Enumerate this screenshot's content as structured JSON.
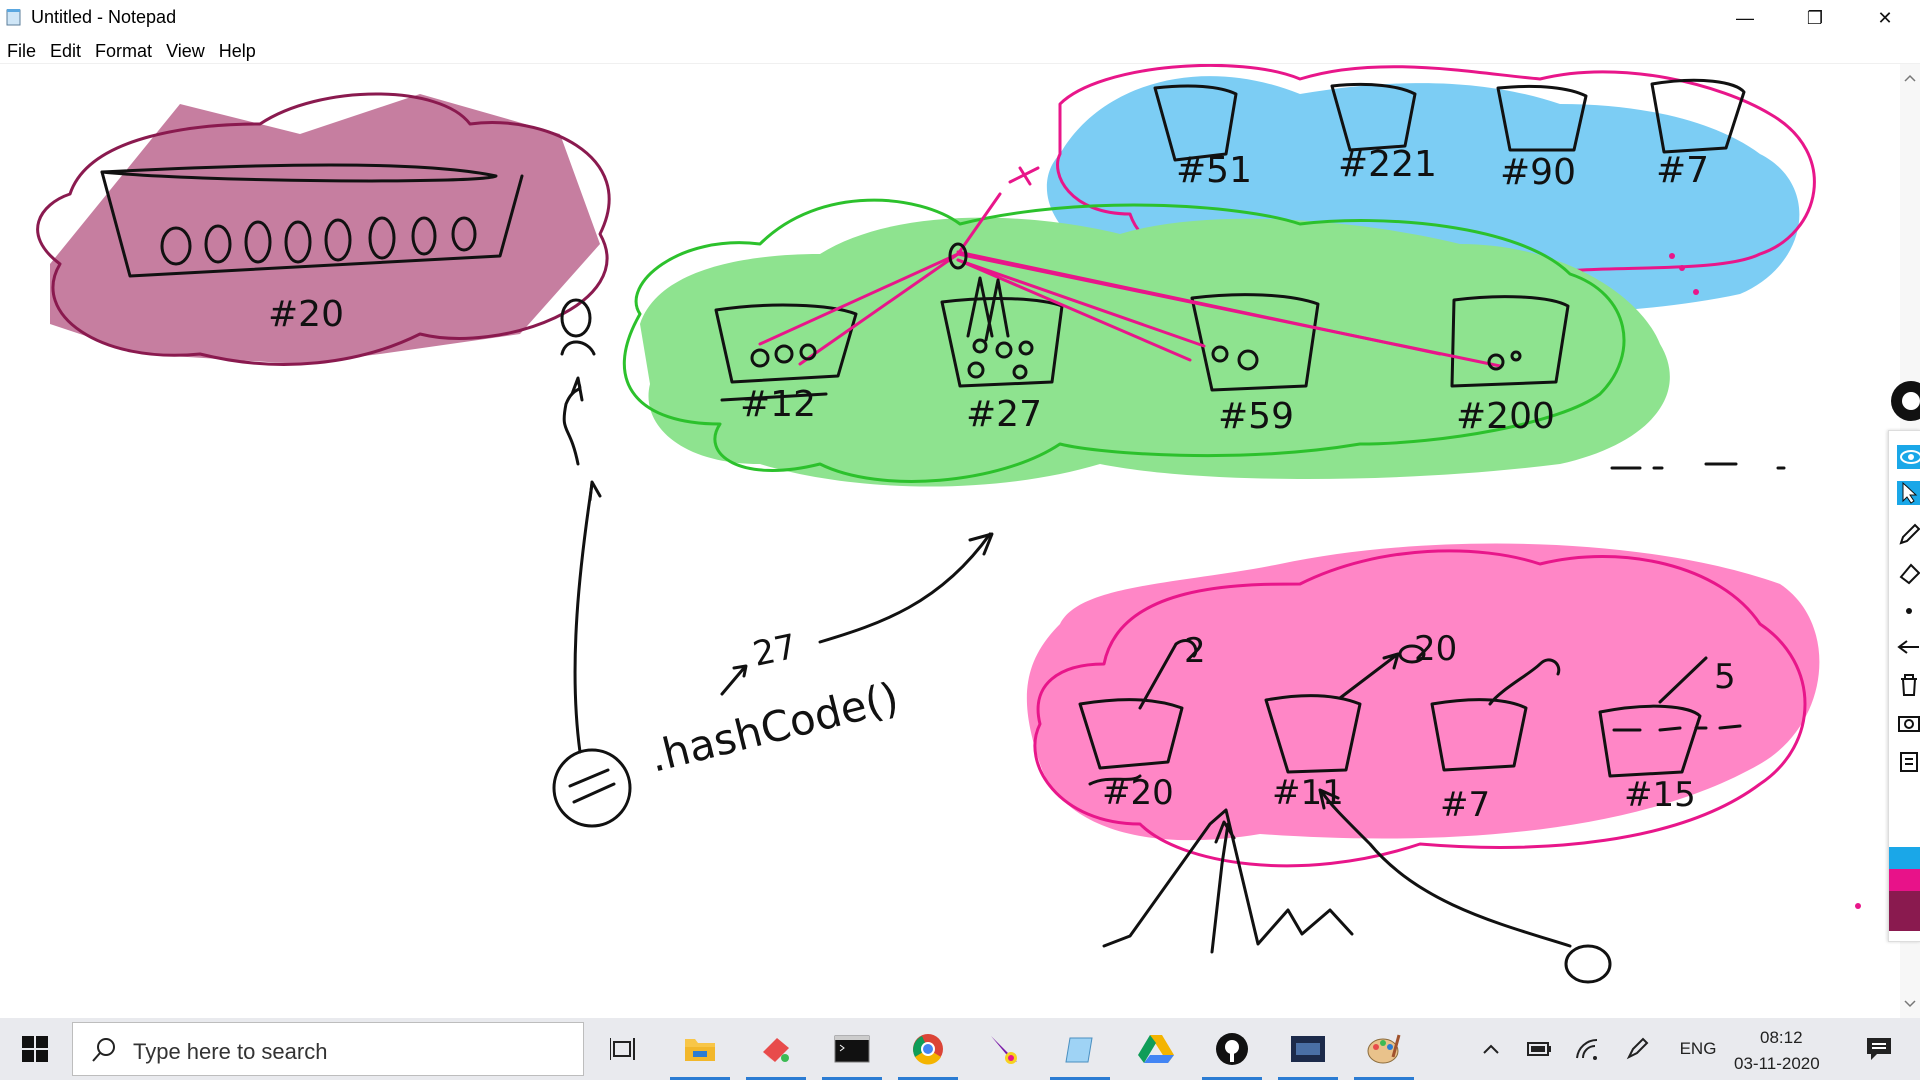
{
  "window": {
    "title": "Untitled - Notepad",
    "minimize_glyph": "—",
    "maximize_glyph": "❐",
    "close_glyph": "✕"
  },
  "menu": {
    "items": [
      "File",
      "Edit",
      "Format",
      "View",
      "Help"
    ]
  },
  "drawing": {
    "top_left_label": "#20",
    "top_right_labels": [
      "#51",
      "#221",
      "#90",
      "#7"
    ],
    "middle_labels": [
      "#12",
      "#27",
      "#59",
      "#200"
    ],
    "bottom_labels": [
      "#20",
      "#11",
      "#7",
      "#15"
    ],
    "hashcode_text": ".hashCode()",
    "hashcode_result": "27",
    "bottom_numbers": [
      "2",
      "20",
      "5"
    ],
    "colors": {
      "maroon_fill": "#c67ea0",
      "maroon_stroke": "#8a1a4f",
      "blue_fill": "#7ccdf4",
      "green_fill": "#8ee38f",
      "green_stroke": "#2cc12c",
      "pink_fill": "#ff86c6",
      "pink_stroke": "#e8168a",
      "ink": "#111111"
    }
  },
  "pen_toolbar": {
    "icons": [
      "pen-logo-icon",
      "eye-icon",
      "cursor-icon",
      "pen-icon",
      "eraser-icon",
      "dot-icon",
      "undo-icon",
      "trash-icon",
      "camera-icon",
      "clipboard-icon"
    ],
    "swatches": [
      "#1aa7e8",
      "#e81289",
      "#8a1a4f"
    ]
  },
  "taskbar": {
    "search_placeholder": "Type here to search",
    "language": "ENG",
    "time": "08:12",
    "date": "03-11-2020"
  }
}
